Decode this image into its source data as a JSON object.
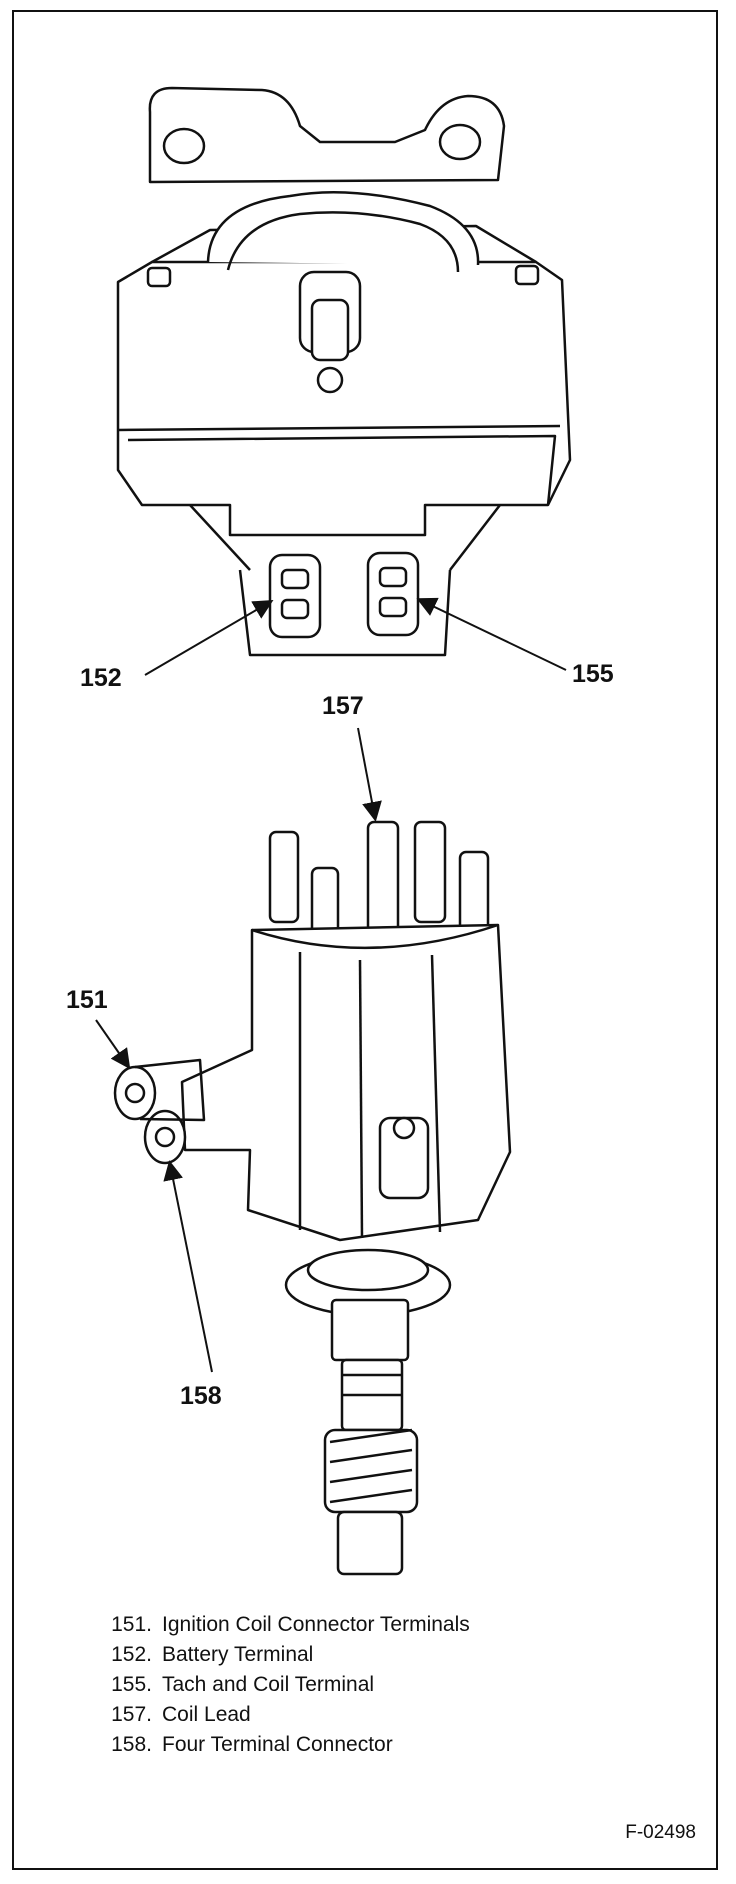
{
  "callouts": {
    "c152": "152",
    "c155": "155",
    "c157": "157",
    "c151": "151",
    "c158": "158"
  },
  "legend": [
    {
      "num": "151.",
      "text": "Ignition Coil Connector Terminals"
    },
    {
      "num": "152.",
      "text": "Battery Terminal"
    },
    {
      "num": "155.",
      "text": "Tach and Coil Terminal"
    },
    {
      "num": "157.",
      "text": "Coil Lead"
    },
    {
      "num": "158.",
      "text": "Four Terminal Connector"
    }
  ],
  "figure_id": "F-02498"
}
